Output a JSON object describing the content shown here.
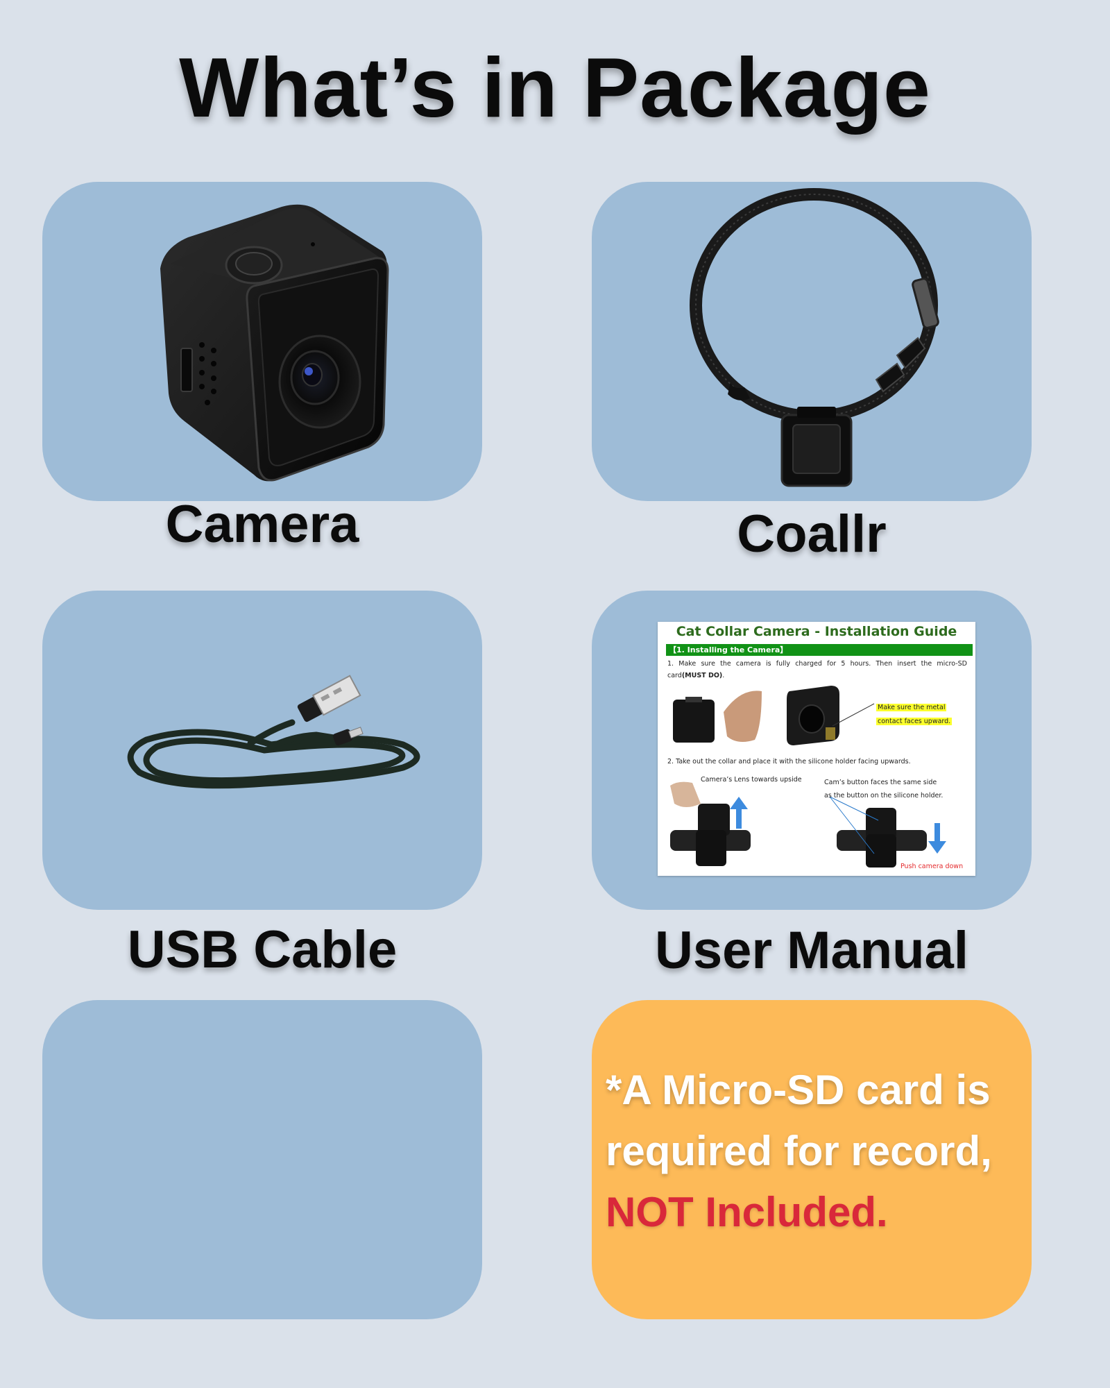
{
  "page": {
    "title": "What’s in Package"
  },
  "items": [
    {
      "label": "Camera"
    },
    {
      "label": "Coallr"
    },
    {
      "label": "USB Cable"
    },
    {
      "label": "User Manual"
    }
  ],
  "notice": {
    "line1": "*A Micro-SD card is",
    "line2": "required for record,",
    "line3": "NOT Included."
  },
  "manual": {
    "title": "Cat Collar Camera - Installation Guide",
    "section": "【1. Installing the Camera】",
    "step1": "1. Make sure the camera is fully charged for 5 hours. Then insert the micro-SD card",
    "step1_bold": "(MUST DO)",
    "note_line1": "Make sure the metal",
    "note_line2": "contact faces upward.",
    "step2": "2. Take out the collar and place it with the silicone holder facing upwards.",
    "lens_note": "Camera’s Lens towards upside",
    "button_note_line1": "Cam’s button faces the same side",
    "button_note_line2": "as the button on the silicone holder.",
    "push_note": "Push camera down"
  },
  "colors": {
    "background": "#dae1ea",
    "panel": "#9ebcd7",
    "notice_panel": "#fdba58",
    "notice_highlight": "#d9283a",
    "manual_title": "#2d6b1d",
    "manual_bar": "#119216"
  },
  "icons": [
    "camera-icon",
    "collar-icon",
    "usb-cable-icon",
    "micro-sd-card-icon",
    "arrow-up-icon",
    "arrow-down-icon"
  ]
}
